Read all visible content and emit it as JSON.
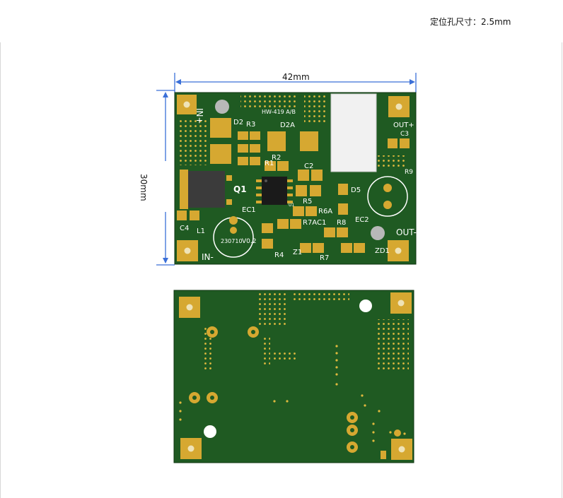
{
  "header": {
    "note": "定位孔尺寸：2.5mm"
  },
  "dimensions": {
    "width_label": "42mm",
    "height_label": "30mm"
  },
  "silkscreen": {
    "in_plus": "IN+",
    "in_minus": "IN-",
    "out_plus": "OUT+",
    "out_minus": "OUT-",
    "d2": "D2",
    "r3": "R3",
    "board_id": "HW-419 A/B",
    "d2a": "D2A",
    "c3": "C3",
    "r9": "R9",
    "r1": "R1",
    "r2": "R2",
    "c2": "C2",
    "q1": "Q1",
    "ec1": "EC1",
    "r5": "R5",
    "d5": "D5",
    "r6a": "R6A",
    "ec2": "EC2",
    "r7ac1": "R7AC1",
    "r8": "R8",
    "c4": "C4",
    "l1": "L1",
    "version": "V0.2",
    "date_code": "230710",
    "r4": "R4",
    "z1": "Z1",
    "r7": "R7",
    "zd1": "ZD1",
    "u1": "U1"
  },
  "colors": {
    "pcb_green": "#1f5a22",
    "pad_gold": "#d6a831",
    "silk_white": "#ffffff",
    "dim_blue": "#3a6fd8"
  }
}
